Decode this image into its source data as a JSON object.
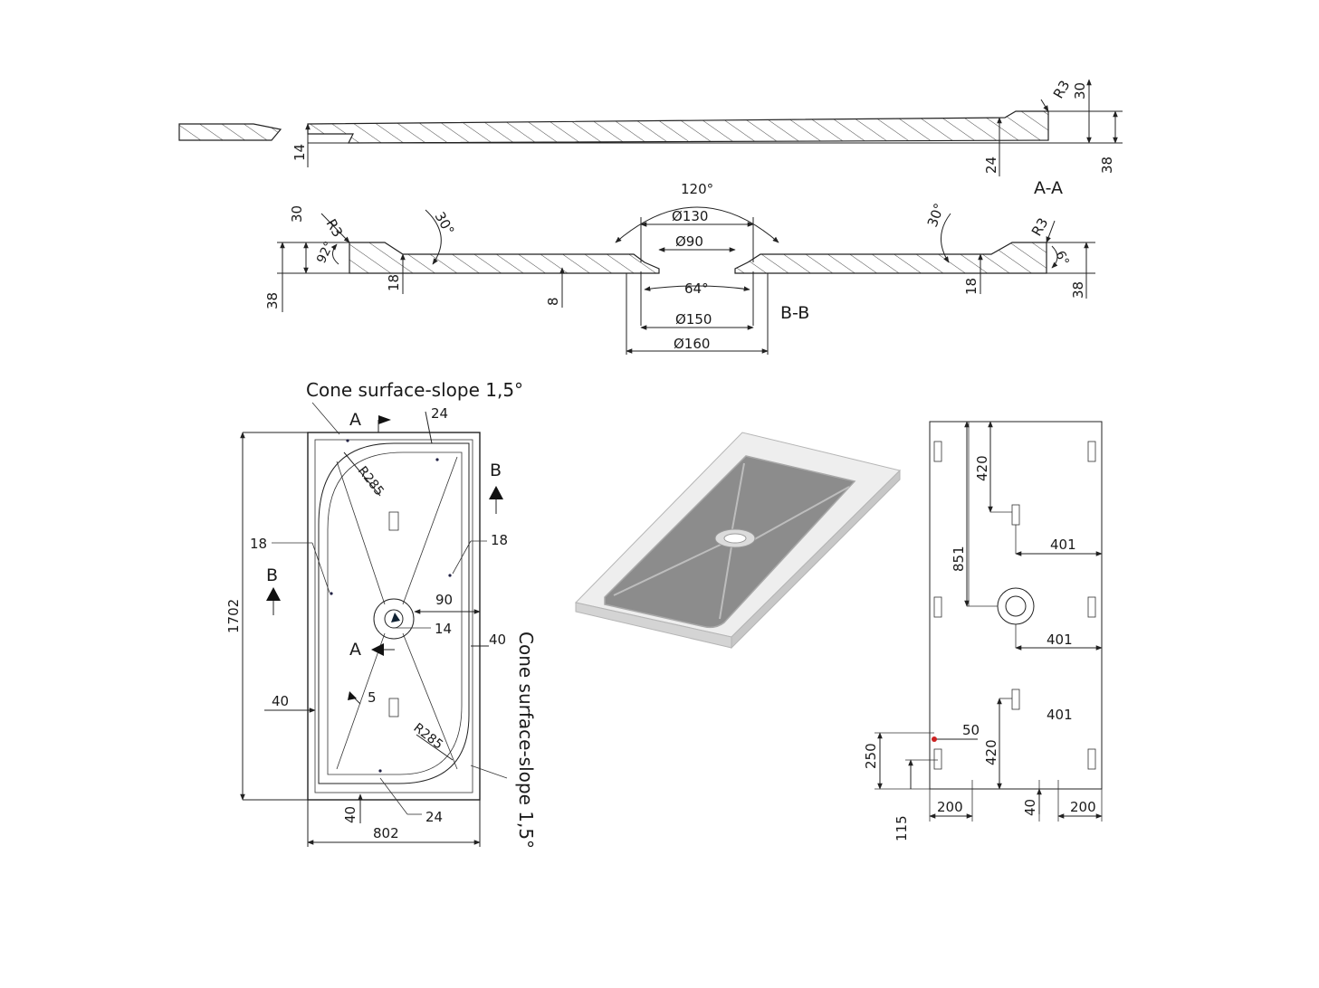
{
  "section_a": {
    "label": "A-A",
    "dims": {
      "r3": "R3",
      "d30": "30",
      "d14": "14",
      "d24": "24",
      "d38": "38"
    }
  },
  "section_b": {
    "label": "B-B",
    "dims": {
      "a120": "120°",
      "phi130": "Ø130",
      "phi90": "Ø90",
      "a64": "64°",
      "phi150": "Ø150",
      "phi160": "Ø160",
      "d30": "30",
      "r3_left": "R3",
      "r3_right": "R3",
      "a30_left": "30°",
      "a30_right": "30°",
      "a92": "92°",
      "a6": "6°",
      "d38_left": "38",
      "d38_right": "38",
      "d18_left": "18",
      "d18_right": "18",
      "d8": "8"
    }
  },
  "plan": {
    "cone_label_top": "Cone surface-slope  1,5°",
    "cone_label_side": "Cone surface-slope  1,5°",
    "section_marks": {
      "a_top": "A",
      "a_bottom": "A",
      "b_left": "B",
      "b_right": "B"
    },
    "dims": {
      "d24_top": "24",
      "r285_top": "R285",
      "d18_left": "18",
      "d18_right": "18",
      "d1702": "1702",
      "d90": "90",
      "d14": "14",
      "d40_right": "40",
      "d40_left": "40",
      "d5": "5",
      "r285_bottom": "R285",
      "d40_bottom": "40",
      "d24_bottom": "24",
      "d802": "802"
    }
  },
  "bottom_view": {
    "dims": {
      "d420_top": "420",
      "d851": "851",
      "d401_a": "401",
      "d401_b": "401",
      "d401_c": "401",
      "d420_bottom": "420",
      "d50": "50",
      "d250": "250",
      "d200_left": "200",
      "d40": "40",
      "d200_right": "200",
      "d115": "115"
    }
  },
  "colors": {
    "line": "#222222",
    "tray_surface": "#8c8c8c",
    "tray_edge": "#e6e6e6"
  }
}
